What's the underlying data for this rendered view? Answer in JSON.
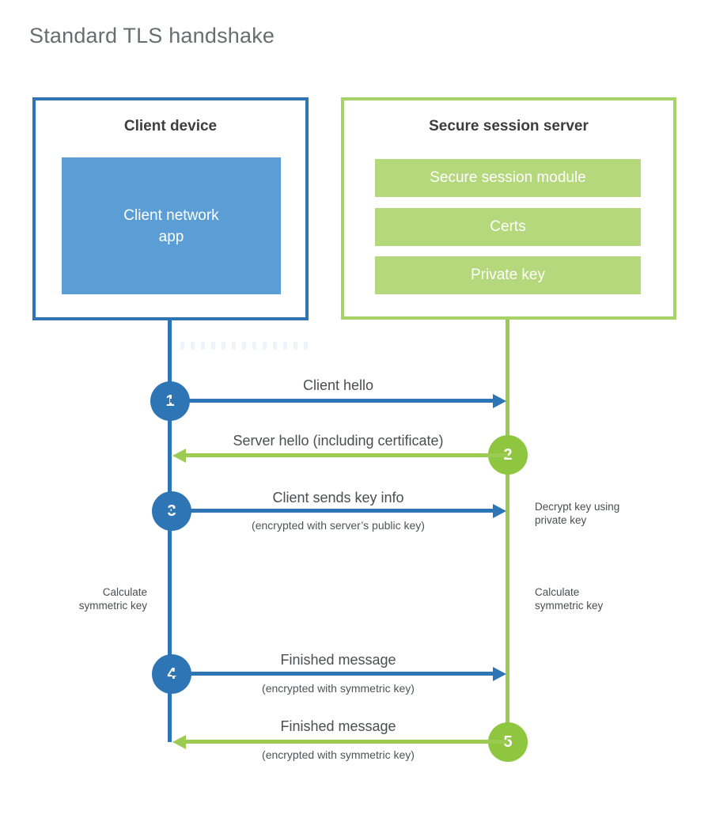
{
  "title": "Standard TLS handshake",
  "client_box": {
    "title": "Client device",
    "app_line1": "Client network",
    "app_line2": "app"
  },
  "server_box": {
    "title": "Secure session server",
    "modules": [
      "Secure session module",
      "Certs",
      "Private key"
    ]
  },
  "steps": [
    {
      "number": "1",
      "label": "Client hello",
      "direction": "client-to-server"
    },
    {
      "number": "2",
      "label": "Server hello (including certificate)",
      "direction": "server-to-client"
    },
    {
      "number": "3",
      "label": "Client sends key info",
      "sublabel": "(encrypted with server’s public key)",
      "direction": "client-to-server"
    },
    {
      "number": "4",
      "label": "Finished message",
      "sublabel": "(encrypted with symmetric key)",
      "direction": "client-to-server"
    },
    {
      "number": "5",
      "label": "Finished message",
      "sublabel": "(encrypted with symmetric key)",
      "direction": "server-to-client"
    }
  ],
  "notes": {
    "decrypt": {
      "line1": "Decrypt key using",
      "line2": "private key"
    },
    "calc_left": {
      "line1": "Calculate",
      "line2": "symmetric key"
    },
    "calc_right": {
      "line1": "Calculate",
      "line2": "symmetric key"
    }
  },
  "colors": {
    "client_blue": "#2e75b6",
    "client_fill": "#5b9ed6",
    "server_circle_green": "#8ec63f",
    "server_line_green": "#9ccb52",
    "server_border_green": "#a6d266",
    "server_bar_green": "#b4d87b",
    "heading_text": "#3d3d3d",
    "label_text": "#4b4d4f",
    "title_text": "#6a6d70"
  }
}
